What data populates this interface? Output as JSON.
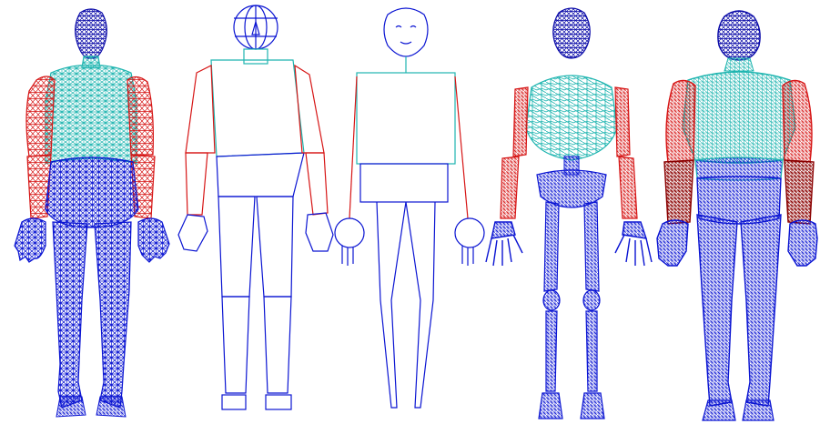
{
  "figures": [
    {
      "id": "dense-mesh-human",
      "style": "wireframe-mesh"
    },
    {
      "id": "box-stick-human",
      "style": "primitive-boxes"
    },
    {
      "id": "simple-stick-human",
      "style": "minimal-outline"
    },
    {
      "id": "skeleton-human",
      "style": "skeletal-mesh"
    },
    {
      "id": "muscular-mesh-human",
      "style": "wireframe-mesh"
    }
  ],
  "colors": {
    "head": "#0a0aa8",
    "torso": "#1fb5b0",
    "arm": "#d61515",
    "forearm_dark": "#8a0000",
    "pelvis_legs": "#0a14d2",
    "background": "#ffffff"
  }
}
